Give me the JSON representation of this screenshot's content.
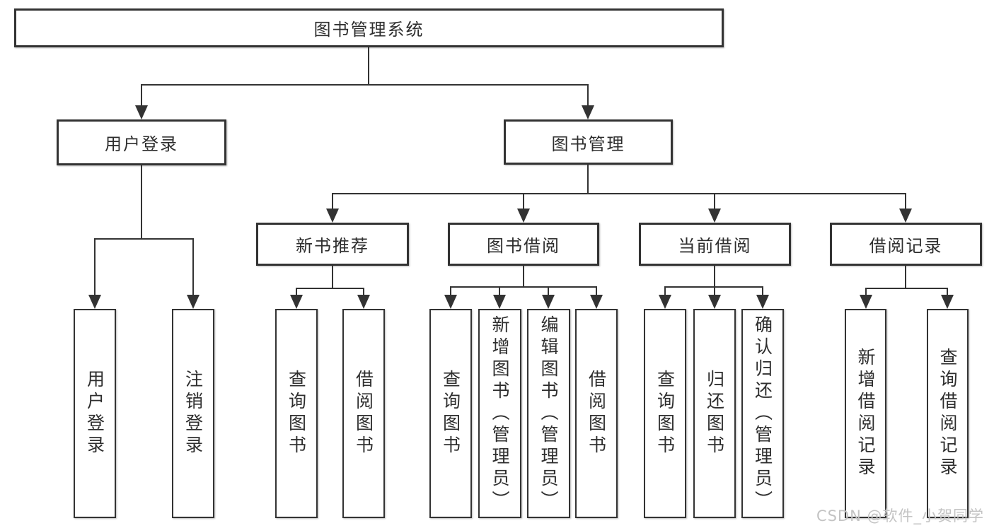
{
  "diagram": {
    "colors": {
      "line": "#333333",
      "box_border": "#333333",
      "box_bg": "#ffffff",
      "text": "#2e2e2e",
      "watermark": "#c3c3c3"
    },
    "tree": {
      "label": "图书管理系统",
      "children": [
        {
          "label": "用户登录",
          "children": [
            {
              "label": "用户登录"
            },
            {
              "label": "注销登录"
            }
          ]
        },
        {
          "label": "图书管理",
          "children": [
            {
              "label": "新书推荐",
              "children": [
                {
                  "label": "查询图书"
                },
                {
                  "label": "借阅图书"
                }
              ]
            },
            {
              "label": "图书借阅",
              "children": [
                {
                  "label": "查询图书"
                },
                {
                  "label": "新增图书（管理员）"
                },
                {
                  "label": "编辑图书（管理员）"
                },
                {
                  "label": "借阅图书"
                }
              ]
            },
            {
              "label": "当前借阅",
              "children": [
                {
                  "label": "查询图书"
                },
                {
                  "label": "归还图书"
                },
                {
                  "label": "确认归还（管理员）"
                }
              ]
            },
            {
              "label": "借阅记录",
              "children": [
                {
                  "label": "新增借阅记录"
                },
                {
                  "label": "查询借阅记录"
                }
              ]
            }
          ]
        }
      ]
    },
    "watermark": {
      "text": "CSDN @软件_小贺同学"
    }
  }
}
